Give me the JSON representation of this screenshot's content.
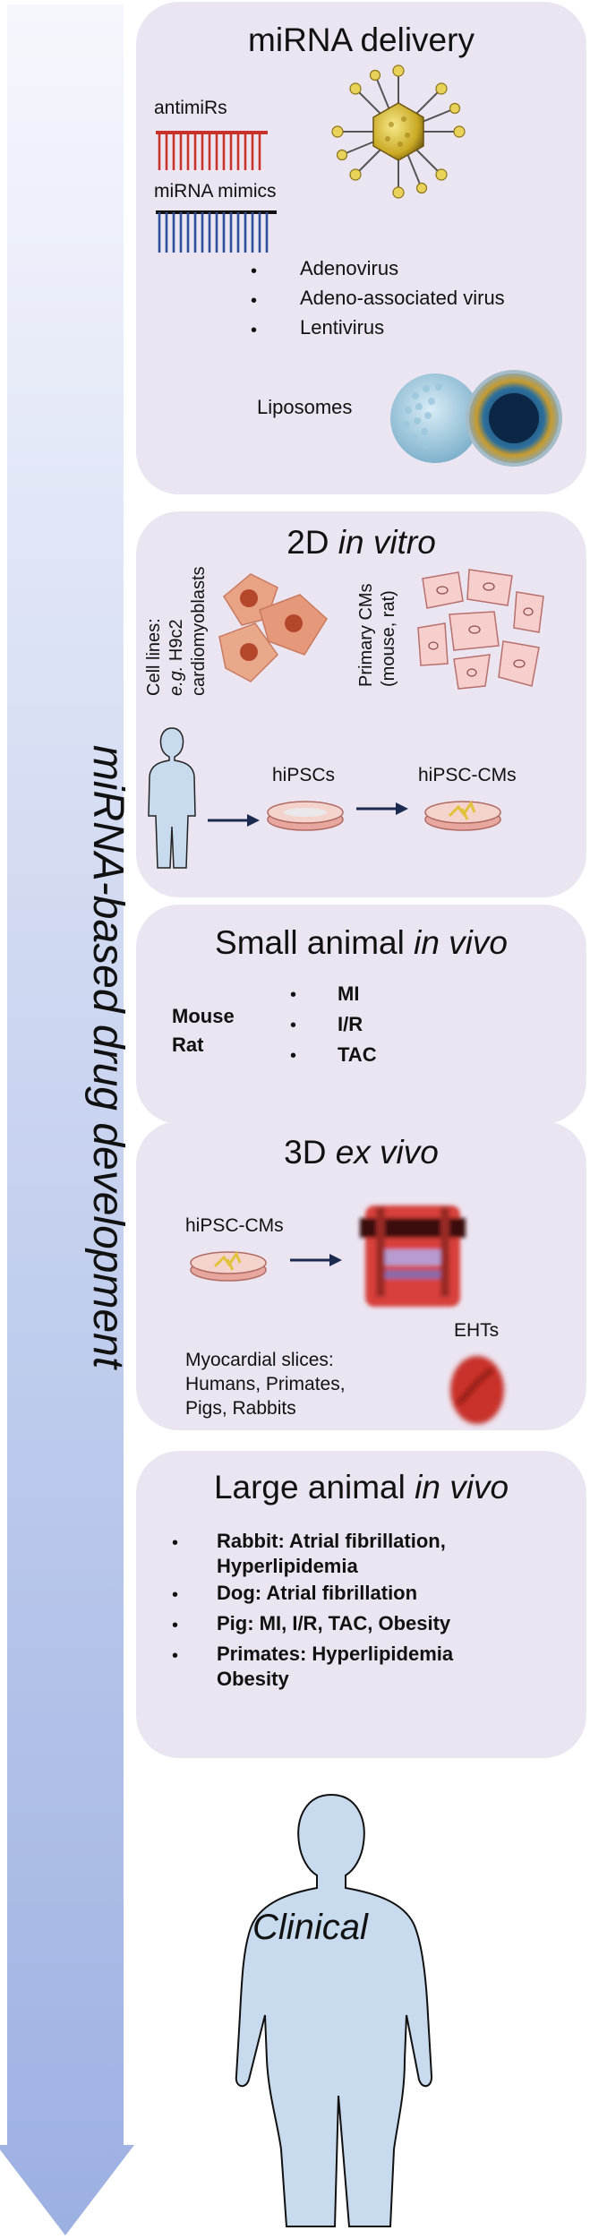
{
  "vertical_label": "miRNA-based drug development",
  "delivery": {
    "title": "miRNA delivery",
    "antimirs": "antimiRs",
    "mimics": "miRNA mimics",
    "virus_bullets": [
      "Adenovirus",
      "Adeno-associated virus",
      "Lentivirus"
    ],
    "liposomes": "Liposomes"
  },
  "invitro": {
    "title_plain": "2D ",
    "title_italic": "in vitro",
    "cell_lines_1": "Cell lines:",
    "cell_lines_eg": "e.g.",
    "cell_lines_2": " H9c2",
    "cell_lines_3": "cardiomyoblasts",
    "primary_1": "Primary CMs",
    "primary_2": "(mouse, rat)",
    "hipscs": "hiPSCs",
    "hipsc_cms": "hiPSC-CMs"
  },
  "small": {
    "title_plain": "Small animal ",
    "title_italic": "in vivo",
    "species": [
      "Mouse",
      "Rat"
    ],
    "models": [
      "MI",
      "I/R",
      "TAC"
    ]
  },
  "exvivo": {
    "title_plain": "3D ",
    "title_italic": "ex vivo",
    "hipsc_cms": "hiPSC-CMs",
    "ehts": "EHTs",
    "slices": [
      "Myocardial slices:",
      "Humans, Primates,",
      "Pigs, Rabbits"
    ]
  },
  "large": {
    "title_plain": "Large animal ",
    "title_italic": "in vivo",
    "items": [
      "Rabbit: Atrial fibrillation,",
      "Hyperlipidemia",
      "Dog: Atrial fibrillation",
      "Pig: MI, I/R, TAC, Obesity",
      "Primates: Hyperlipidemia",
      "Obesity"
    ]
  },
  "clinical": "Clinical",
  "bullet_char": "•",
  "colors": {
    "panel": "#ebe5f1",
    "arrow_top": "#f4f6fd",
    "arrow_bottom": "#9fb2e3",
    "rna_red": "#c8322b",
    "rna_blue": "#2c4f9b",
    "person_fill": "#c8dbee",
    "dark_arrow": "#1b2b50",
    "cell_orange": "#e4977a",
    "cell_pink": "#f4c6c4",
    "tissue_red": "#c8332c"
  }
}
